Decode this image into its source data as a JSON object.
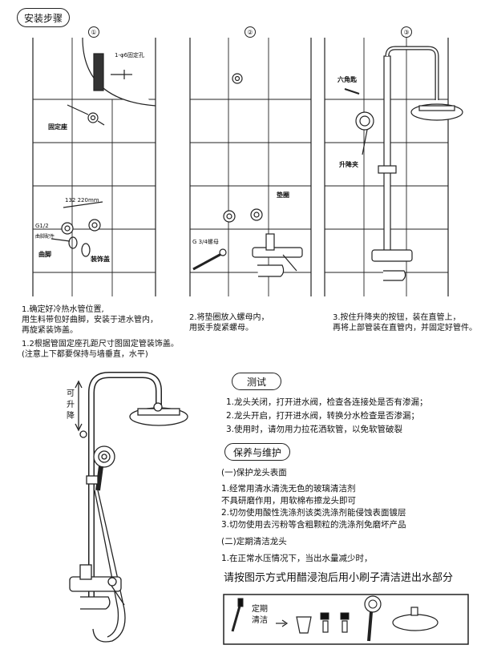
{
  "header": {
    "title": "安装步骤"
  },
  "steps": [
    {
      "num": "①",
      "labels": {
        "hole": "1-φ6固定孔",
        "seat": "固定座",
        "size": "132 220mm",
        "g12": "G1/2",
        "nut": "曲脚",
        "cover": "装饰盖",
        "raw": "曲脚配件"
      }
    },
    {
      "num": "②",
      "labels": {
        "g34": "G 3/4螺母",
        "washer": "垫圈"
      }
    },
    {
      "num": "③",
      "labels": {
        "hex": "六角匙",
        "clamp": "升降夹"
      }
    }
  ],
  "instructions": {
    "step1": [
      "1.确定好冷热水管位置,",
      "用生料带包好曲脚，安装于进水管内，",
      "再旋紧装饰盖。"
    ],
    "step1b": [
      "1.2根据管固定座孔距尺寸图固定管装饰盖。",
      "(注意上下都要保持与墙垂直，水平)"
    ],
    "step2": [
      "2.将垫圈放入螺母内，",
      "用扳手旋紧螺母。"
    ],
    "step3": [
      "3.按住升降夹的按钮，装在直管上，",
      "再将上部管装在直管内，并固定好管件。"
    ]
  },
  "diagram_labels": {
    "liftable": [
      "可",
      "升",
      "降"
    ]
  },
  "test": {
    "title": "测试",
    "items": [
      "1.龙头关闭，打开进水阀，检查各连接处是否有渗漏；",
      "2.龙头开启，打开进水阀，转换分水检查是否渗漏；",
      "3.使用时，请勿用力拉花洒软管，以免软管破裂"
    ]
  },
  "care": {
    "title": "保养与维护",
    "sub1": "(一)保护龙头表面",
    "items1": [
      "1.经常用清水清洗无色的玻璃清洁剂",
      "不具研磨作用，用软棉布擦龙头即可",
      "2.切勿使用酸性洗涤剂该类洗涤剂能侵蚀表面镀层",
      "3.切勿使用去污粉等含粗颗粒的洗涤剂免磨坏产品"
    ],
    "sub2": "(二)定期清洁龙头",
    "items2": [
      "1.在正常水压情况下，当出水量减少时，"
    ],
    "big": "请按图示方式用醋浸泡后用小刷子清洁进出水部分",
    "box_label": [
      "定期",
      "清洁"
    ]
  }
}
